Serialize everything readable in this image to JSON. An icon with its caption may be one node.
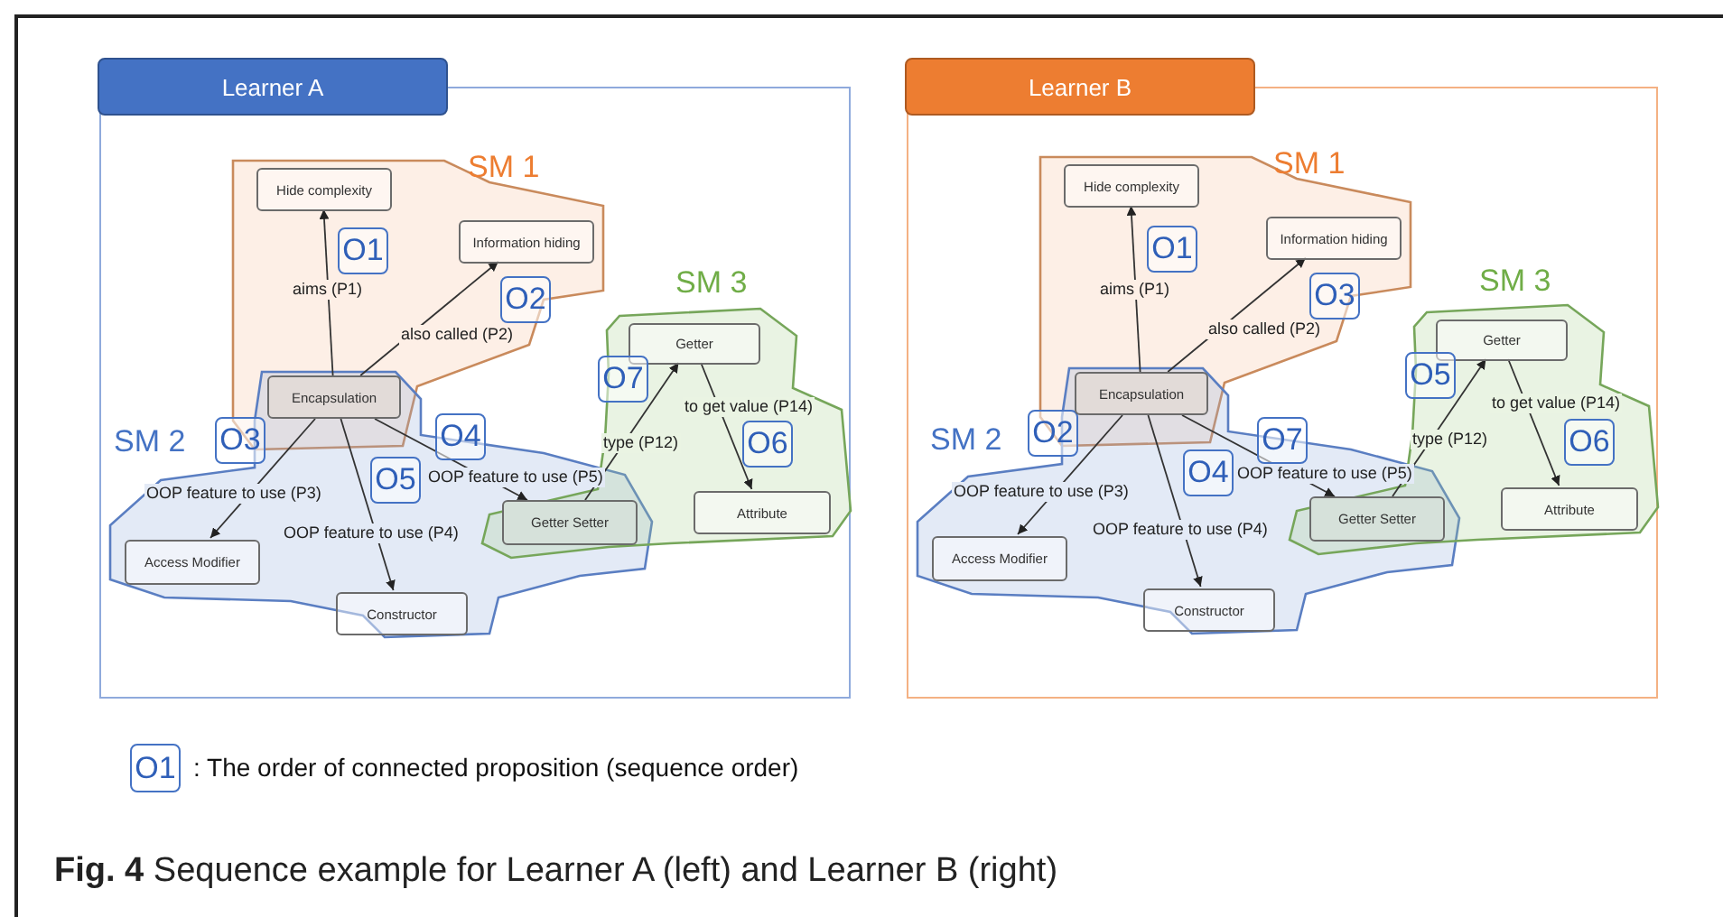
{
  "diagram": {
    "caption": "**Fig. 4** Sequence example for Learner A (left) and Learner B (right)",
    "nodes": [
      {
        "text": [
          "Learner A"
        ]
      },
      {
        "text": [
          "SM 1"
        ],
        "in": 0
      },
      {
        "text": [
          "Hide complexity"
        ],
        "in": 1
      },
      {
        "text": [
          "Information hiding"
        ],
        "in": 1
      },
      {
        "text": [
          "SM 2"
        ],
        "in": 0
      },
      {
        "text": [
          "Access Modifier"
        ],
        "in": 4
      },
      {
        "text": [
          "Constructor"
        ],
        "in": 4
      },
      {
        "text": [
          "SM 3"
        ],
        "in": 0
      },
      {
        "text": [
          "Getter"
        ],
        "in": 7
      },
      {
        "text": [
          "Attribute"
        ],
        "in": 7
      },
      {
        "text": [
          "Encapsulation"
        ]
      },
      {
        "text": [
          "Getter Setter"
        ]
      },
      {
        "text": [
          "O1"
        ],
        "in": 1
      },
      {
        "text": [
          "O2"
        ],
        "in": 1
      },
      {
        "text": [
          "O3"
        ],
        "in": 4
      },
      {
        "text": [
          "O4"
        ],
        "in": 4
      },
      {
        "text": [
          "O5"
        ],
        "in": 4
      },
      {
        "text": [
          "O6"
        ],
        "in": 7
      },
      {
        "text": [
          "O7"
        ],
        "in": 7
      },
      {
        "text": [
          "Learner B"
        ]
      },
      {
        "text": [
          "SM 1"
        ],
        "in": 19
      },
      {
        "text": [
          "Hide complexity"
        ],
        "in": 20
      },
      {
        "text": [
          "Information hiding"
        ],
        "in": 20
      },
      {
        "text": [
          "SM 2"
        ],
        "in": 19
      },
      {
        "text": [
          "Access Modifier"
        ],
        "in": 23
      },
      {
        "text": [
          "Constructor"
        ],
        "in": 23
      },
      {
        "text": [
          "SM 3"
        ],
        "in": 19
      },
      {
        "text": [
          "Getter"
        ],
        "in": 26
      },
      {
        "text": [
          "Attribute"
        ],
        "in": 26
      },
      {
        "text": [
          "Encapsulation"
        ]
      },
      {
        "text": [
          "Getter Setter"
        ]
      },
      {
        "text": [
          "O1"
        ],
        "in": 20
      },
      {
        "text": [
          "O2"
        ],
        "in": 23
      },
      {
        "text": [
          "O3"
        ],
        "in": 20
      },
      {
        "text": [
          "O4"
        ],
        "in": 23
      },
      {
        "text": [
          "O5"
        ],
        "in": 26
      },
      {
        "text": [
          "O6"
        ],
        "in": 26
      },
      {
        "text": [
          "O7"
        ],
        "in": 23
      },
      {
        "text": [
          "O1"
        ],
        "beside": [
          ": The order of connected proposition (sequence order)"
        ]
      }
    ],
    "edges": [
      {
        "from": 10,
        "to": 2,
        "arrow": "to",
        "label": "aims (P1)"
      },
      {
        "from": 10,
        "to": 3,
        "arrow": "to",
        "label": "also called (P2)"
      },
      {
        "from": 10,
        "to": 5,
        "arrow": "to",
        "label": "OOP feature to use (P3)"
      },
      {
        "from": 10,
        "to": 6,
        "arrow": "to",
        "label": "OOP feature to use (P4)"
      },
      {
        "from": 10,
        "to": 11,
        "arrow": "to",
        "label": "OOP feature to use (P5)"
      },
      {
        "from": 11,
        "to": 8,
        "arrow": "to",
        "label": "type (P12)"
      },
      {
        "from": 8,
        "to": 9,
        "arrow": "to",
        "label": "to get value (P14)"
      },
      {
        "from": 29,
        "to": 21,
        "arrow": "to",
        "label": "aims (P1)"
      },
      {
        "from": 29,
        "to": 22,
        "arrow": "to",
        "label": "also called (P2)"
      },
      {
        "from": 29,
        "to": 24,
        "arrow": "to",
        "label": "OOP feature to use (P3)"
      },
      {
        "from": 29,
        "to": 25,
        "arrow": "to",
        "label": "OOP feature to use (P4)"
      },
      {
        "from": 29,
        "to": 30,
        "arrow": "to",
        "label": "OOP feature to use (P5)"
      },
      {
        "from": 30,
        "to": 27,
        "arrow": "to",
        "label": "type (P12)"
      },
      {
        "from": 27,
        "to": 28,
        "arrow": "to",
        "label": "to get value (P14)"
      }
    ]
  }
}
